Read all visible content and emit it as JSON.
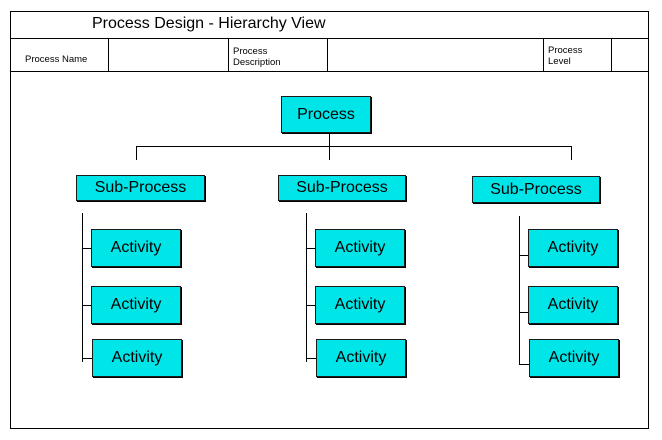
{
  "title": "Process Design - Hierarchy View",
  "header": {
    "process_name_label": "Process Name",
    "process_description_label": "Process\nDescription",
    "process_level_label": "Process\nLevel"
  },
  "diagram": {
    "root": "Process",
    "sub_processes": [
      {
        "label": "Sub-Process",
        "activities": [
          "Activity",
          "Activity",
          "Activity"
        ]
      },
      {
        "label": "Sub-Process",
        "activities": [
          "Activity",
          "Activity",
          "Activity"
        ]
      },
      {
        "label": "Sub-Process",
        "activities": [
          "Activity",
          "Activity",
          "Activity"
        ]
      }
    ]
  },
  "colors": {
    "box_fill": "#00e5e8",
    "line": "#000000"
  }
}
